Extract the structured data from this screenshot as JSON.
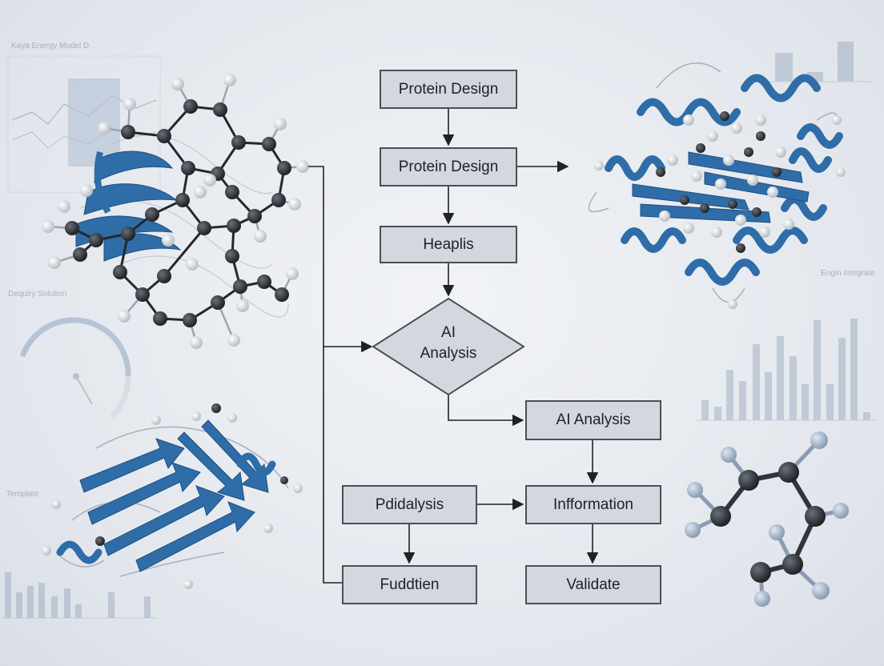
{
  "diagram": {
    "nodes": {
      "n1": "Protein Design",
      "n2": "Protein Design",
      "n3": "Heaplis",
      "n4_line1": "AI",
      "n4_line2": "Analysis",
      "n5": "AI Analysis",
      "n6": "Pdidalysis",
      "n7": "Infformation",
      "n8": "Fuddtien",
      "n9": "Validate"
    }
  },
  "background": {
    "faint_label_1": "Kaya Energy Model D",
    "faint_label_2": "Dequiry Solution",
    "faint_label_3": "Engin Integrate",
    "faint_label_4": "Template"
  },
  "colors": {
    "node_fill": "#d3d7de",
    "node_border": "#4a4f57",
    "connector": "#1e2126",
    "ribbon_blue": "#2f6da8",
    "atom_dark": "#2e3238",
    "atom_light": "#eef0f3",
    "faint_chart": "#9aa9bc"
  }
}
